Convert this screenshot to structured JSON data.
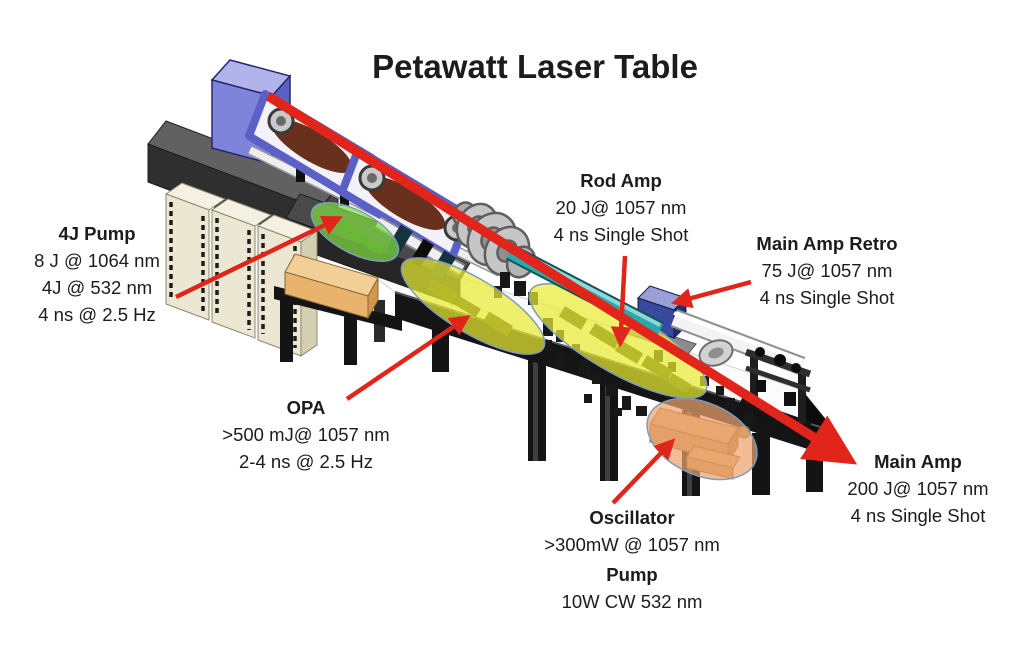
{
  "title": "Petawatt Laser Table",
  "callouts": {
    "pump4j": {
      "title": "4J Pump",
      "lines": [
        "8 J @ 1064 nm",
        "4J @ 532 nm",
        "4 ns @ 2.5 Hz"
      ]
    },
    "rod_amp": {
      "title": "Rod Amp",
      "lines": [
        "20 J@ 1057 nm",
        "4 ns Single Shot"
      ]
    },
    "main_amp_retro": {
      "title": "Main Amp Retro",
      "lines": [
        "75 J@ 1057 nm",
        "4 ns Single Shot"
      ]
    },
    "opa": {
      "title": "OPA",
      "lines": [
        ">500 mJ@ 1057 nm",
        "2-4 ns @ 2.5 Hz"
      ]
    },
    "oscillator": {
      "title": "Oscillator",
      "lines": [
        ">300mW @ 1057 nm"
      ]
    },
    "pump": {
      "title": "Pump",
      "lines": [
        "10W CW 532 nm"
      ]
    },
    "main_amp": {
      "title": "Main Amp",
      "lines": [
        "200 J@ 1057 nm",
        "4 ns Single Shot"
      ]
    }
  },
  "colors": {
    "arrow_red": "#e1251b",
    "highlight_green": "#7fdc42",
    "highlight_yellow": "#e9ec33",
    "highlight_orange": "#eba26e",
    "tube_teal": "#2aa9ad",
    "frame_blue": "#5a60c6",
    "cabinet_cream": "#ebe7d3",
    "crate_tan": "#e9b36d",
    "rack_gray": "#4a4a4a",
    "table_black": "#151515",
    "text": "#1c1c1c"
  }
}
